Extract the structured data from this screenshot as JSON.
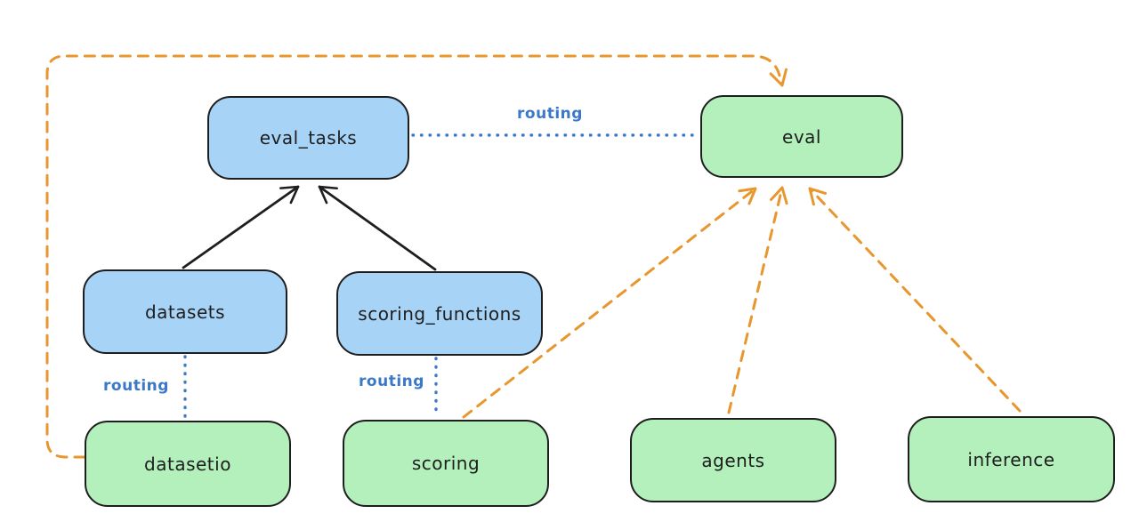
{
  "diagram": {
    "nodes": [
      {
        "id": "eval_tasks",
        "label": "eval_tasks",
        "fill": "#a7d3f7"
      },
      {
        "id": "eval",
        "label": "eval",
        "fill": "#b3f0bc"
      },
      {
        "id": "datasets",
        "label": "datasets",
        "fill": "#a7d3f7"
      },
      {
        "id": "scoring_functions",
        "label": "scoring_functions",
        "fill": "#a7d3f7"
      },
      {
        "id": "datasetio",
        "label": "datasetio",
        "fill": "#b3f0bc"
      },
      {
        "id": "scoring",
        "label": "scoring",
        "fill": "#b3f0bc"
      },
      {
        "id": "agents",
        "label": "agents",
        "fill": "#b3f0bc"
      },
      {
        "id": "inference",
        "label": "inference",
        "fill": "#b3f0bc"
      }
    ],
    "edge_labels": [
      {
        "id": "routing-eval_tasks-eval",
        "label": "routing"
      },
      {
        "id": "routing-datasets-datasetio",
        "label": "routing"
      },
      {
        "id": "routing-scoring_functions-scoring",
        "label": "routing"
      }
    ],
    "colors": {
      "node_border": "#1e1e1e",
      "blue_fill": "#a7d3f7",
      "green_fill": "#b3f0bc",
      "routing_label_blue": "#3b79c8",
      "dotted_line_blue": "#3d7ac7",
      "dashed_line_orange": "#e8962e",
      "solid_arrow_black": "#1e1e1e",
      "background": "#ffffff"
    }
  }
}
